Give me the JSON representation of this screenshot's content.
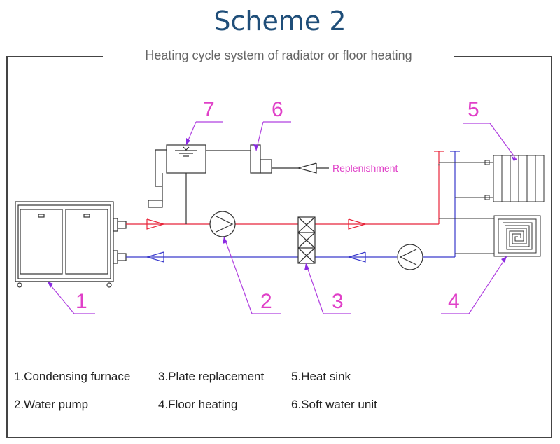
{
  "title": "Scheme 2",
  "subtitle": "Heating cycle system of radiator or floor heating",
  "callouts": [
    "1",
    "2",
    "3",
    "4",
    "5",
    "6",
    "7"
  ],
  "replenishment_label": "Replenishment",
  "legend": [
    "1.Condensing furnace",
    "3.Plate replacement",
    "5.Heat sink",
    "2.Water pump",
    "4.Floor heating",
    "6.Soft water unit"
  ],
  "colors": {
    "title": "#1f4e79",
    "supply_line": "#e8253a",
    "return_line": "#3a3acc",
    "callout": "#b040e0",
    "label": "#e040c8"
  }
}
